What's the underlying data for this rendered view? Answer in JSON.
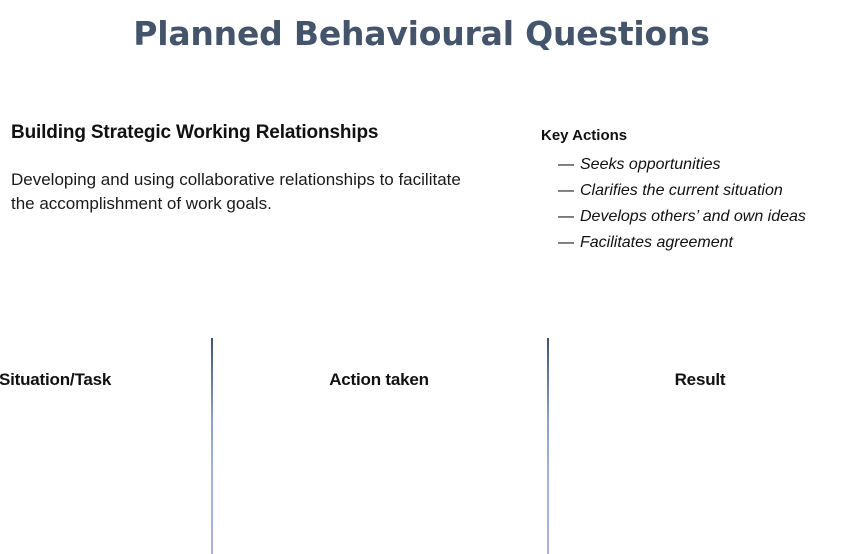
{
  "slide": {
    "title": "Planned Behavioural Questions",
    "title_color": "#44546A",
    "background_color": "#FFFFFF"
  },
  "competency": {
    "heading": "Building Strategic Working Relationships",
    "description": "Developing and using collaborative relationships to facilitate the accomplishment of work goals."
  },
  "key_actions": {
    "heading": "Key Actions",
    "bullet_glyph": "—",
    "items": [
      {
        "dash": "—",
        "text": "Seeks opportunities"
      },
      {
        "dash": "—",
        "text": "Clarifies the current situation"
      },
      {
        "dash": "—",
        "text": "Develops others’ and own ideas"
      },
      {
        "dash": "—",
        "text": "Facilitates agreement"
      }
    ]
  },
  "response_table": {
    "columns": [
      {
        "header": "Situation/Task"
      },
      {
        "header": "Action taken"
      },
      {
        "header": "Result"
      }
    ],
    "divider_color_top": "#44546A",
    "divider_color_bottom": "#A3B0DC"
  }
}
